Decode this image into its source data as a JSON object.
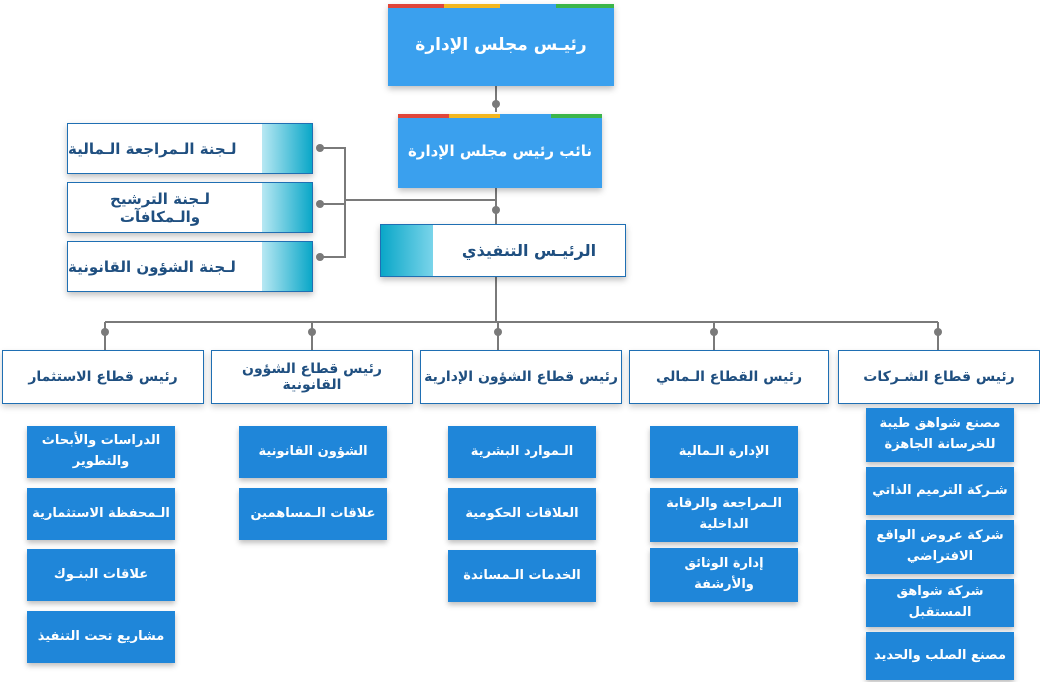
{
  "chairman": "رئيـس مجلس الإدارة",
  "vice_chairman": "نائب رئيس مجلس الإدارة",
  "ceo": "الرئيـس التنفيذي",
  "committees": [
    "لـجنة الـمراجعة الـمالية",
    "لـجنة الترشيح والـمكافآت",
    "لـجنة الشؤون القانونية"
  ],
  "sectors": [
    {
      "head": "رئيس قطاع الشـركات",
      "units": [
        "مصنع شواهق طيبة للخرسانة الجاهزة",
        "شـركة الترميم الذاتي",
        "شركة عروض الواقع الافتراضي",
        "شركة شواهق المستقبل",
        "مصنع الصلب والحديد"
      ]
    },
    {
      "head": "رئيس القطاع الـمالي",
      "units": [
        "الإدارة الـمالية",
        "الـمراجعة والرقابة الداخلية",
        "إدارة الوثائق والأرشفة"
      ]
    },
    {
      "head": "رئيس قطاع الشؤون الإدارية",
      "units": [
        "الـموارد البشرية",
        "العلاقات الحكومية",
        "الخدمات الـمساندة"
      ]
    },
    {
      "head": "رئيس قطاع الشؤون القانونية",
      "units": [
        "الشؤون القانونية",
        "علاقات الـمساهمين"
      ]
    },
    {
      "head": "رئيس قطاع الاستثمار",
      "units": [
        "الدراسات والأبحاث والتطوير",
        "الـمحفظة الاستثمارية",
        "علاقات البنـوك",
        "مشاريع تحت التنفيذ"
      ]
    }
  ]
}
